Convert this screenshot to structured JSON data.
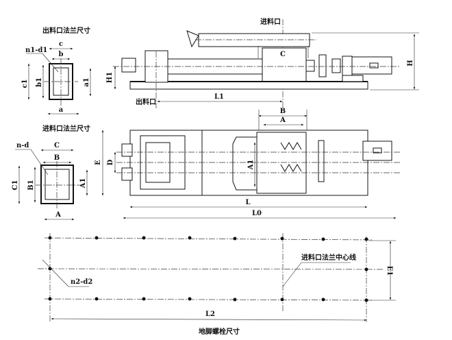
{
  "outlet_flange": {
    "title": "出料口法兰尺寸",
    "c": "c",
    "b": "b",
    "n1d1": "n1-d1",
    "c1": "c1",
    "b1": "b1",
    "a1": "a1",
    "a": "a"
  },
  "inlet_flange": {
    "title": "进料口法兰尺寸",
    "C": "C",
    "B": "B",
    "nd": "n-d",
    "C1": "C1",
    "B1": "B1",
    "A1": "A1",
    "A": "A"
  },
  "elevation": {
    "inlet": "进料口",
    "outlet": "出料口",
    "C": "C",
    "H": "H",
    "H1": "H1",
    "L1": "L1"
  },
  "plan": {
    "B": "B",
    "A": "A",
    "A1": "A1",
    "E": "E",
    "D": "D",
    "L": "L",
    "L0": "L0"
  },
  "foundation": {
    "title": "地脚螺栓尺寸",
    "n2d2": "n2-d2",
    "centerline": "进料口法兰中心线",
    "E1": "E1",
    "L2": "L2"
  }
}
